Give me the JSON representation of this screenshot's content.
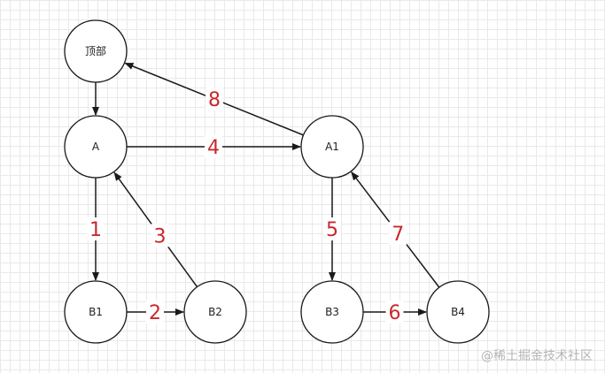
{
  "nodes": [
    {
      "id": "top",
      "label": "顶部"
    },
    {
      "id": "A",
      "label": "A"
    },
    {
      "id": "A1",
      "label": "A1"
    },
    {
      "id": "B1",
      "label": "B1"
    },
    {
      "id": "B2",
      "label": "B2"
    },
    {
      "id": "B3",
      "label": "B3"
    },
    {
      "id": "B4",
      "label": "B4"
    }
  ],
  "edges": [
    {
      "from": "top",
      "to": "A",
      "label": ""
    },
    {
      "from": "A",
      "to": "B1",
      "label": "1"
    },
    {
      "from": "B1",
      "to": "B2",
      "label": "2"
    },
    {
      "from": "B2",
      "to": "A",
      "label": "3"
    },
    {
      "from": "A",
      "to": "A1",
      "label": "4"
    },
    {
      "from": "A1",
      "to": "B3",
      "label": "5"
    },
    {
      "from": "B3",
      "to": "B4",
      "label": "6"
    },
    {
      "from": "B4",
      "to": "A1",
      "label": "7"
    },
    {
      "from": "A1",
      "to": "top",
      "label": "8"
    }
  ],
  "colors": {
    "edge_label": "#c8282c",
    "stroke": "#1a1a1a",
    "grid": "#e9e9e9"
  },
  "watermark": "@稀土掘金技术社区"
}
